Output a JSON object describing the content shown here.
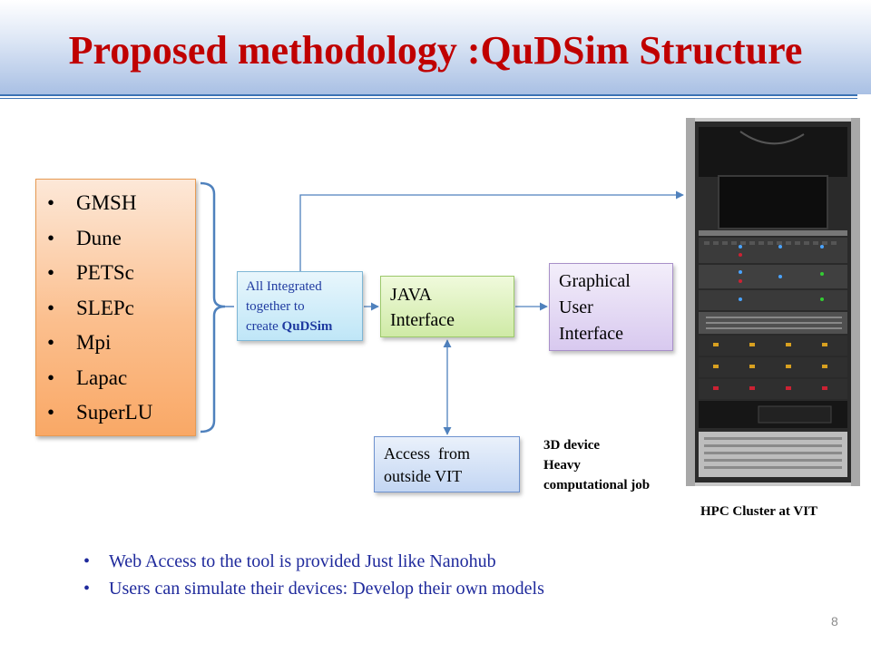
{
  "slide": {
    "title": "Proposed methodology :QuDSim Structure",
    "page_number": "8"
  },
  "libraries": {
    "bullet": "•",
    "items": [
      "GMSH",
      "Dune",
      "PETSc",
      "SLEPc",
      "Mpi",
      "Lapac",
      "SuperLU"
    ]
  },
  "diagram": {
    "integrated_box": {
      "line1": "All Integrated",
      "line2": "together to",
      "line3_prefix": "create ",
      "line3_bold": "QuDSim"
    },
    "java_box": {
      "line1": "JAVA",
      "line2": "Interface"
    },
    "gui_box": {
      "line1": "Graphical",
      "line2": "User",
      "line3": "Interface"
    },
    "access_box": {
      "line1": "Access  from",
      "line2": "outside VIT"
    },
    "device_note": {
      "line1": "3D device",
      "line2": "Heavy",
      "line3": "computational job"
    },
    "cluster_caption": "HPC Cluster at VIT"
  },
  "bottom_bullets": {
    "bullet": "•",
    "items": [
      "Web Access to the tool is provided Just like Nanohub",
      "Users can simulate their devices: Develop their own models"
    ]
  },
  "colors": {
    "title": "#c00000",
    "rule": "#3c73b4",
    "connector": "#4f81bd",
    "bullet_text": "#1f2a9c"
  }
}
